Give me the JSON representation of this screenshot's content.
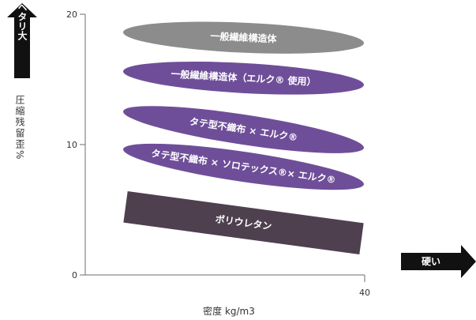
{
  "chart_data": {
    "type": "area",
    "title": "",
    "xlabel": "密度 kg/m3",
    "ylabel": "圧縮残留歪%",
    "ylim": [
      0,
      20
    ],
    "yticks": [
      "0",
      "10",
      "20"
    ],
    "xticks": [
      "40"
    ],
    "y_direction_label": "ヘタリ大",
    "x_direction_label": "硬い",
    "grid": false,
    "series": [
      {
        "name": "一般繊維構造体",
        "color": "#8c8c8c",
        "y_left": 18.6,
        "y_right": 17.8
      },
      {
        "name": "一般繊維構造体（エルク® 使用）",
        "color": "#6f4e99",
        "y_left": 15.6,
        "y_right": 14.6
      },
      {
        "name": "タテ型不織布 × エルク®",
        "color": "#6f4e99",
        "y_left": 12.5,
        "y_right": 9.8
      },
      {
        "name": "タテ型不織布 × ソロテックス®× エルク®",
        "color": "#6f4e99",
        "y_left": 9.6,
        "y_right": 7.0
      },
      {
        "name": "ポリウレタン",
        "color": "#4f4050",
        "y_left": 5.2,
        "y_right": 2.8
      }
    ]
  }
}
